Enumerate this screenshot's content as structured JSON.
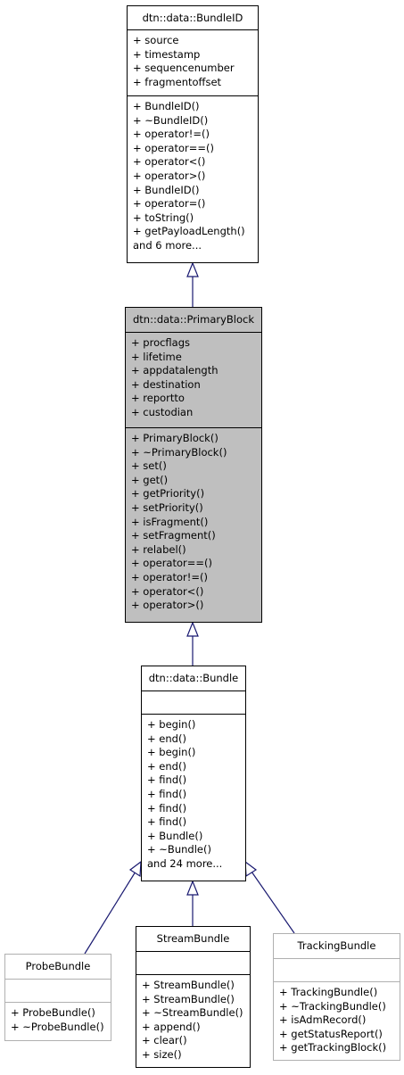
{
  "classes": {
    "bundleid": {
      "title": "dtn::data::BundleID",
      "attributes": [
        "+ source",
        "+ timestamp",
        "+ sequencenumber",
        "+ fragmentoffset"
      ],
      "methods": [
        "+ BundleID()",
        "+ ~BundleID()",
        "+ operator!=()",
        "+ operator==()",
        "+ operator<()",
        "+ operator>()",
        "+ BundleID()",
        "+ operator=()",
        "+ toString()",
        "+ getPayloadLength()",
        "and 6 more..."
      ]
    },
    "primaryblock": {
      "title": "dtn::data::PrimaryBlock",
      "attributes": [
        "+ procflags",
        "+ lifetime",
        "+ appdatalength",
        "+ destination",
        "+ reportto",
        "+ custodian"
      ],
      "methods": [
        "+ PrimaryBlock()",
        "+ ~PrimaryBlock()",
        "+ set()",
        "+ get()",
        "+ getPriority()",
        "+ setPriority()",
        "+ isFragment()",
        "+ setFragment()",
        "+ relabel()",
        "+ operator==()",
        "+ operator!=()",
        "+ operator<()",
        "+ operator>()"
      ]
    },
    "bundle": {
      "title": "dtn::data::Bundle",
      "attributes": [],
      "methods": [
        "+ begin()",
        "+ end()",
        "+ begin()",
        "+ end()",
        "+ find()",
        "+ find()",
        "+ find()",
        "+ find()",
        "+ Bundle()",
        "+ ~Bundle()",
        "and 24 more..."
      ]
    },
    "probebundle": {
      "title": "ProbeBundle",
      "attributes": [],
      "methods": [
        "+ ProbeBundle()",
        "+ ~ProbeBundle()"
      ]
    },
    "streambundle": {
      "title": "StreamBundle",
      "attributes": [],
      "methods": [
        "+ StreamBundle()",
        "+ StreamBundle()",
        "+ ~StreamBundle()",
        "+ append()",
        "+ clear()",
        "+ size()"
      ]
    },
    "trackingbundle": {
      "title": "TrackingBundle",
      "attributes": [],
      "methods": [
        "+ TrackingBundle()",
        "+ ~TrackingBundle()",
        "+ isAdmRecord()",
        "+ getStatusReport()",
        "+ getTrackingBlock()"
      ]
    }
  },
  "colors": {
    "edge": "#191970",
    "highlight_fill": "#bfbfbf",
    "undocumented_border": "#b0b0b0"
  }
}
